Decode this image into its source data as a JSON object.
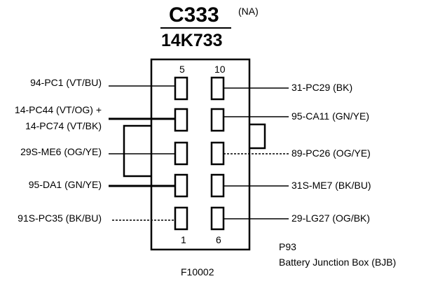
{
  "header": {
    "connector_id": "C333",
    "connector_note": "(NA)",
    "harness_id": "14K733"
  },
  "pins": {
    "top_left_number": "5",
    "top_right_number": "10",
    "bottom_left_number": "1",
    "bottom_right_number": "6"
  },
  "wires_left": [
    {
      "label": "94-PC1 (VT/BU)"
    },
    {
      "label": "14-PC44 (VT/OG) +"
    },
    {
      "label": "14-PC74 (VT/BK)"
    },
    {
      "label": "29S-ME6 (OG/YE)"
    },
    {
      "label": "95-DA1 (GN/YE)"
    },
    {
      "label": "91S-PC35 (BK/BU)"
    }
  ],
  "wires_right": [
    {
      "label": "31-PC29 (BK)"
    },
    {
      "label": "95-CA11 (GN/YE)"
    },
    {
      "label": "89-PC26 (OG/YE)"
    },
    {
      "label": "31S-ME7 (BK/BU)"
    },
    {
      "label": "29-LG27 (OG/BK)"
    }
  ],
  "location": {
    "code": "P93",
    "name": "Battery Junction Box (BJB)"
  },
  "figure_id": "F10002"
}
